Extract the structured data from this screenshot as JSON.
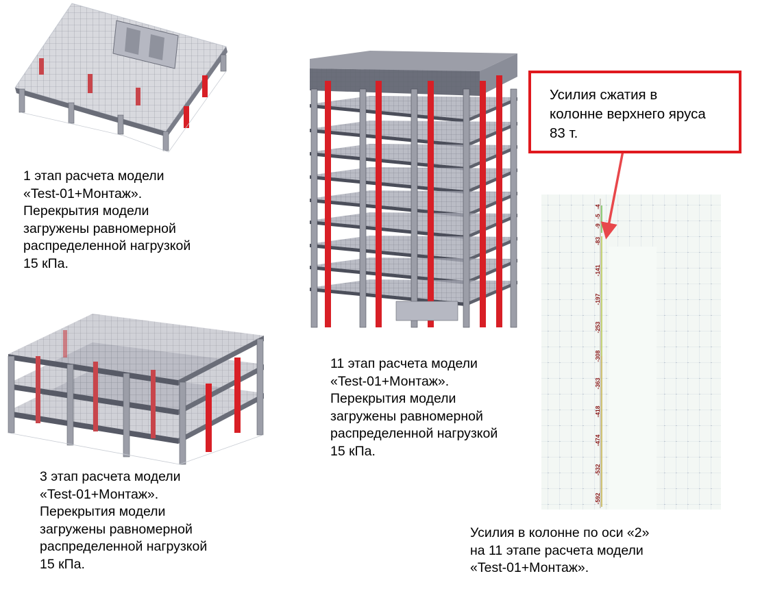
{
  "captions": {
    "stage1": [
      "1 этап расчета модели",
      "«Test-01+Монтаж».",
      "Перекрытия модели",
      "загружены равномерной",
      "распределенной нагрузкой",
      "15 кПа."
    ],
    "stage3": [
      "3 этап расчета модели",
      "«Test-01+Монтаж».",
      "Перекрытия модели",
      "загружены равномерной",
      "распределенной нагрузкой",
      "15 кПа."
    ],
    "stage11": [
      "11 этап расчета модели",
      "«Test-01+Монтаж».",
      "Перекрытия модели",
      "загружены равномерной",
      "распределенной нагрузкой",
      "15 кПа."
    ],
    "column_forces": [
      "Усилия в колонне по оси «2»",
      "на 11 этапе расчета модели",
      "«Test-01+Монтаж»."
    ]
  },
  "callout": {
    "lines": [
      "Усилия сжатия в",
      "колонне верхнего яруса",
      "83 т."
    ],
    "border_color": "#e0191e"
  },
  "force_labels": [
    "-4",
    "-5",
    "-9",
    "-83",
    "-141",
    "-197",
    "-253",
    "-308",
    "-363",
    "-418",
    "-474",
    "-532",
    "-592"
  ],
  "colors": {
    "slab": "#a9abb6",
    "slab_edge": "#4b4e5a",
    "column": "#d81f26",
    "grid": "#9aa6b8",
    "force_text": "#8b1a1a",
    "arrow": "#e8474b"
  }
}
